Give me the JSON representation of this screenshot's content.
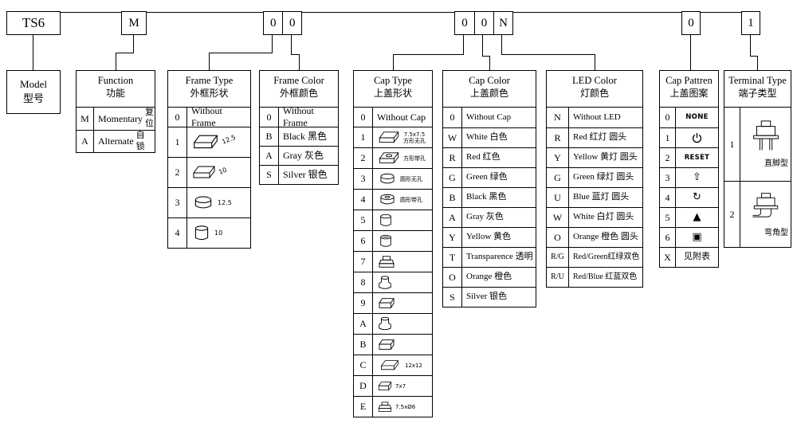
{
  "code_row": {
    "model": "TS6",
    "function": "M",
    "frame_type": "0",
    "frame_color": "0",
    "cap_type": "0",
    "cap_color": "0",
    "led": "N",
    "pattern": "0",
    "terminal": "1"
  },
  "model_box": {
    "en": "Model",
    "zh": "型号"
  },
  "function_table": {
    "en": "Function",
    "zh": "功能",
    "rows": [
      {
        "code": "M",
        "en": "Momentary",
        "zh": "复位"
      },
      {
        "code": "A",
        "en": "Alternate",
        "zh": "自锁"
      }
    ]
  },
  "frame_type_table": {
    "en": "Frame Type",
    "zh": "外框形状",
    "rows": [
      {
        "code": "0",
        "label": "Without Frame"
      },
      {
        "code": "1",
        "dim": "12.5"
      },
      {
        "code": "2",
        "dim": "10"
      },
      {
        "code": "3",
        "dim": "12.5"
      },
      {
        "code": "4",
        "dim": "10"
      }
    ]
  },
  "frame_color_table": {
    "en": "Frame Color",
    "zh": "外框颜色",
    "rows": [
      {
        "code": "0",
        "label": "Without Frame"
      },
      {
        "code": "B",
        "label": "Black 黑色"
      },
      {
        "code": "A",
        "label": "Gray 灰色"
      },
      {
        "code": "S",
        "label": "Silver 银色"
      }
    ]
  },
  "cap_type_table": {
    "en": "Cap Type",
    "zh": "上盖形状",
    "rows": [
      {
        "code": "0",
        "label": "Without Cap"
      },
      {
        "code": "1",
        "note1": "7.5x7.5",
        "note2": "方形无孔"
      },
      {
        "code": "2",
        "note2": "方形带孔"
      },
      {
        "code": "3",
        "note2": "圆形无孔"
      },
      {
        "code": "4",
        "note2": "圆形带孔"
      },
      {
        "code": "5"
      },
      {
        "code": "6"
      },
      {
        "code": "7"
      },
      {
        "code": "8"
      },
      {
        "code": "9"
      },
      {
        "code": "A"
      },
      {
        "code": "B"
      },
      {
        "code": "C",
        "note1": "12x12"
      },
      {
        "code": "D",
        "note1": "7x7"
      },
      {
        "code": "E",
        "note1": "7.5xØ6"
      }
    ]
  },
  "cap_color_table": {
    "en": "Cap Color",
    "zh": "上盖颜色",
    "rows": [
      {
        "code": "0",
        "label": "Without Cap"
      },
      {
        "code": "W",
        "label": "White 白色"
      },
      {
        "code": "R",
        "label": "Red 红色"
      },
      {
        "code": "G",
        "label": "Green 绿色"
      },
      {
        "code": "B",
        "label": "Black 黑色"
      },
      {
        "code": "A",
        "label": "Gray 灰色"
      },
      {
        "code": "Y",
        "label": "Yellow 黄色"
      },
      {
        "code": "T",
        "label": "Transparence 透明"
      },
      {
        "code": "O",
        "label": "Orange 橙色"
      },
      {
        "code": "S",
        "label": "Silver 银色"
      }
    ]
  },
  "led_color_table": {
    "en": "LED Color",
    "zh": "灯颜色",
    "rows": [
      {
        "code": "N",
        "label": "Without LED"
      },
      {
        "code": "R",
        "label": "Red 红灯 圆头"
      },
      {
        "code": "Y",
        "label": "Yellow 黄灯 圆头"
      },
      {
        "code": "G",
        "label": "Green 绿灯 圆头"
      },
      {
        "code": "U",
        "label": "Blue 蓝灯 圆头"
      },
      {
        "code": "W",
        "label": "White 白灯 圆头"
      },
      {
        "code": "O",
        "label": "Orange 橙色 圆头"
      },
      {
        "code": "R/G",
        "label": "Red/Green红绿双色"
      },
      {
        "code": "R/U",
        "label": "Red/Blue 红蓝双色"
      }
    ]
  },
  "cap_pattern_table": {
    "en": "Cap Pattren",
    "zh": "上盖图案",
    "rows": [
      {
        "code": "0",
        "label": "NONE"
      },
      {
        "code": "1",
        "icon": "power"
      },
      {
        "code": "2",
        "label": "RESET"
      },
      {
        "code": "3",
        "glyph": "⇧"
      },
      {
        "code": "4",
        "glyph": "↻"
      },
      {
        "code": "5",
        "glyph": "▲"
      },
      {
        "code": "6",
        "glyph": "▣"
      },
      {
        "code": "X",
        "label": "见附表"
      }
    ]
  },
  "terminal_type_table": {
    "en": "Terminal Type",
    "zh": "端子类型",
    "rows": [
      {
        "code": "1",
        "label": "直脚型"
      },
      {
        "code": "2",
        "label": "弯角型"
      }
    ]
  }
}
